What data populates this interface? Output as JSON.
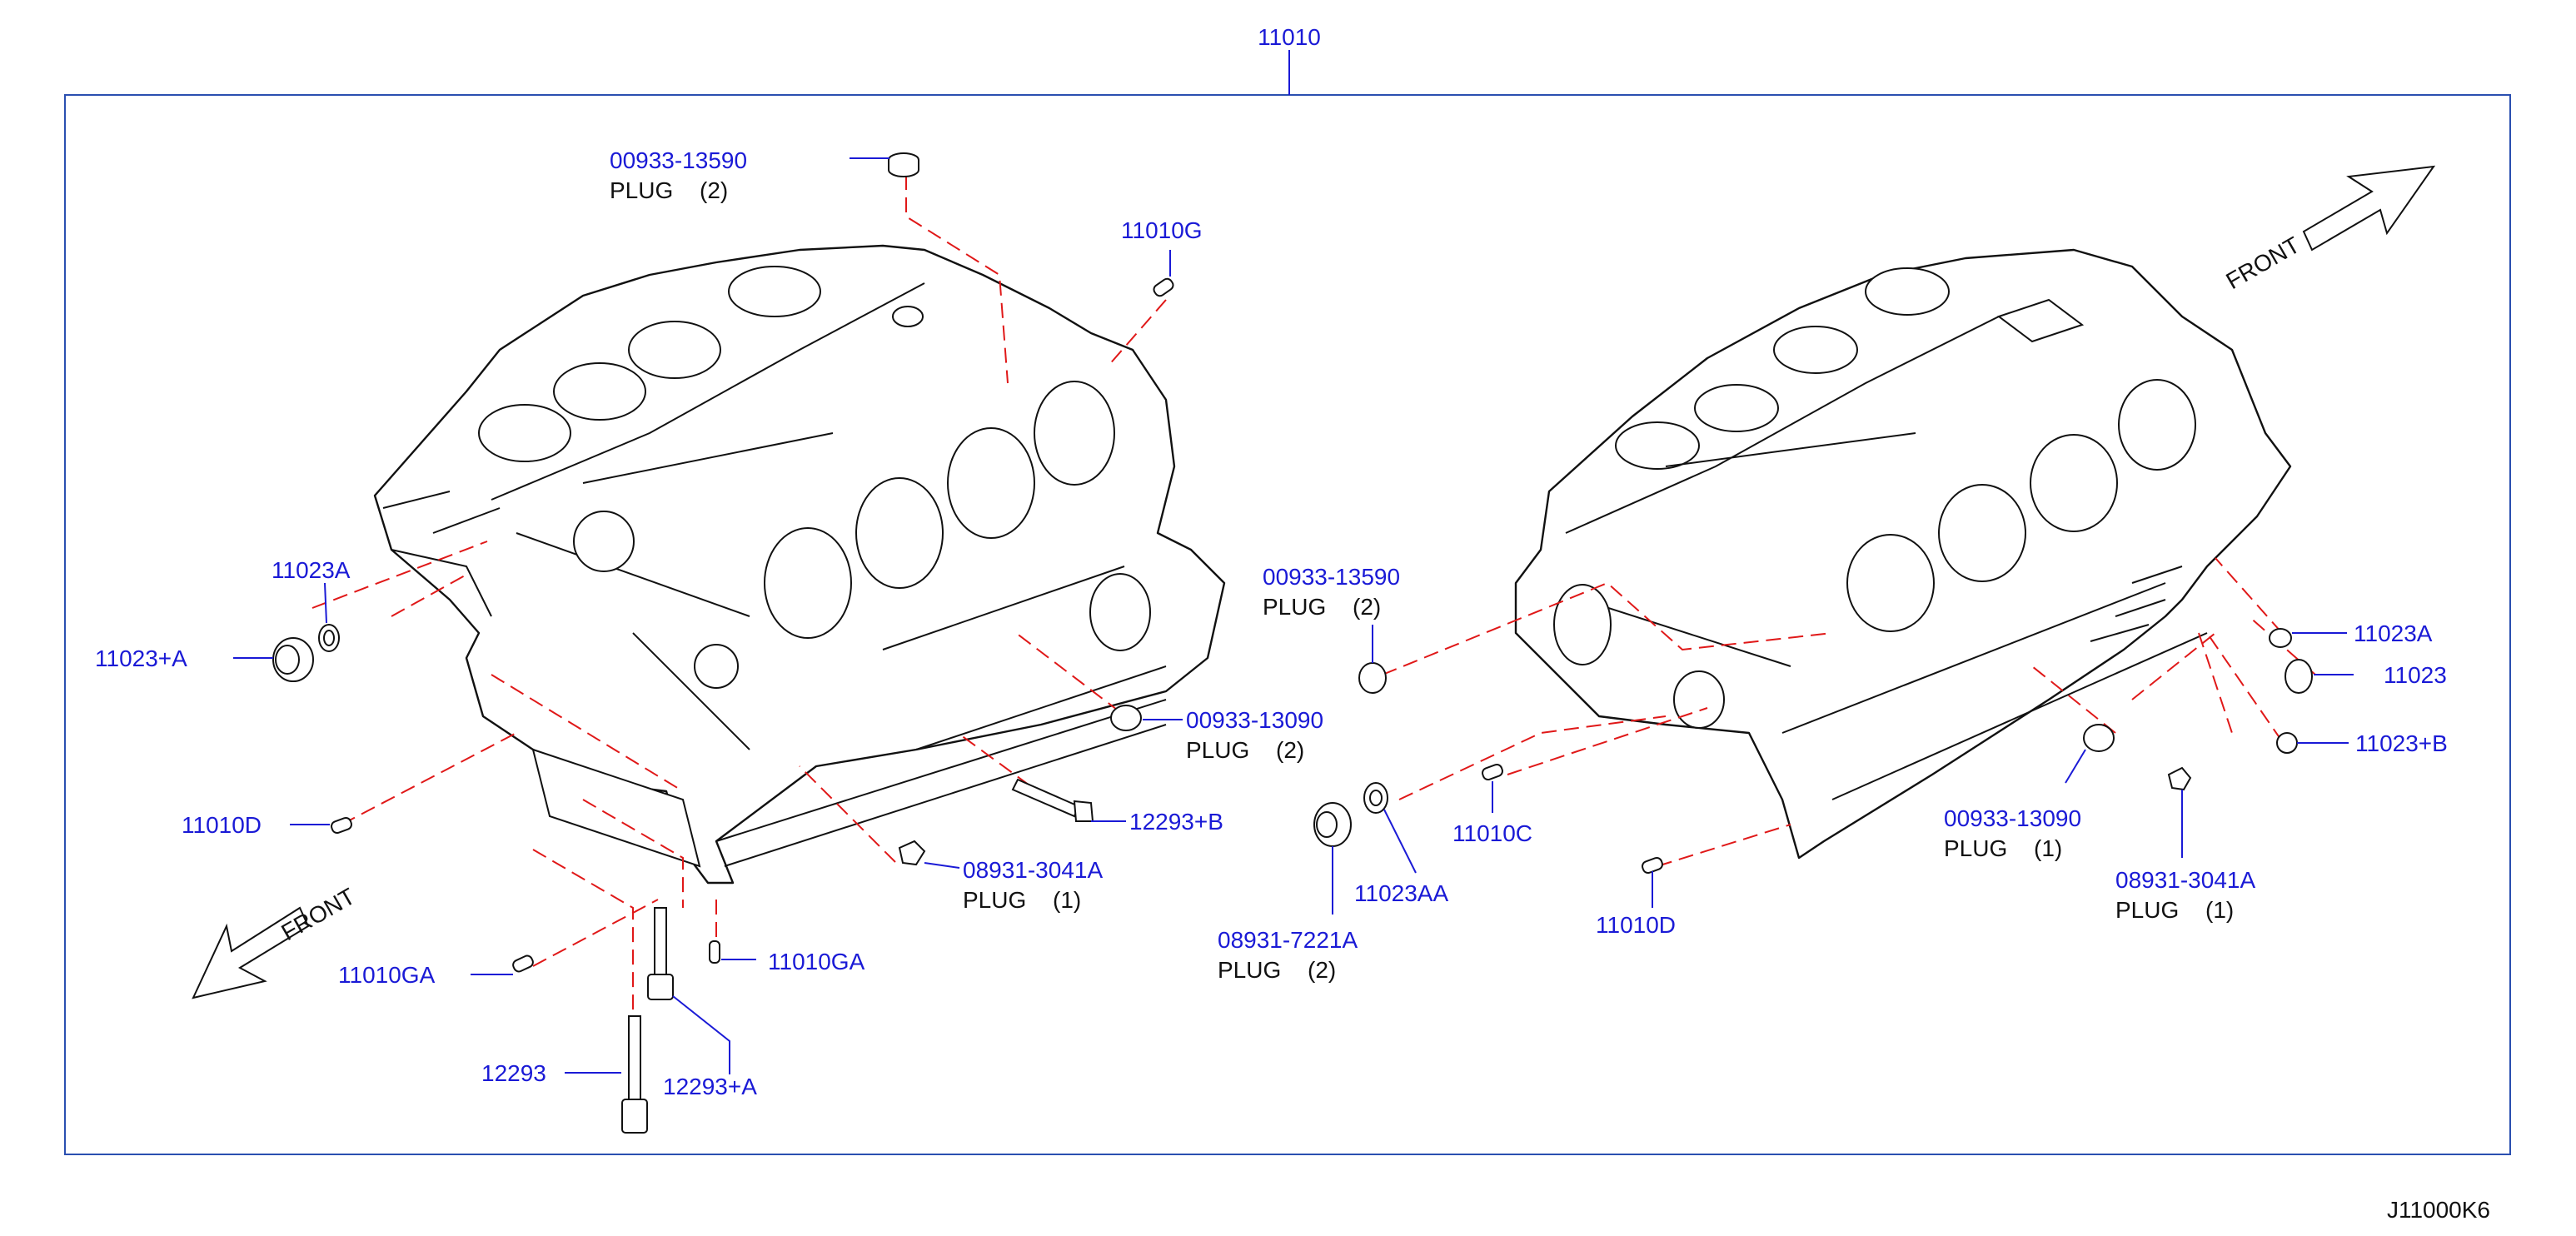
{
  "diagram": {
    "assembly_number": "11010",
    "figure_code": "J11000K6",
    "front_label": "FRONT",
    "callouts": [
      {
        "id": "c1",
        "number": "00933-13590",
        "desc": "PLUG",
        "qty": "(2)"
      },
      {
        "id": "c2",
        "number": "11010G"
      },
      {
        "id": "c3",
        "number": "11023A"
      },
      {
        "id": "c4",
        "number": "11023+A"
      },
      {
        "id": "c5",
        "number": "00933-13090",
        "desc": "PLUG",
        "qty": "(2)"
      },
      {
        "id": "c6",
        "number": "12293+B"
      },
      {
        "id": "c7",
        "number": "11010D"
      },
      {
        "id": "c8",
        "number": "08931-3041A",
        "desc": "PLUG",
        "qty": "(1)"
      },
      {
        "id": "c9",
        "number": "11010GA"
      },
      {
        "id": "c10",
        "number": "11010GA"
      },
      {
        "id": "c11",
        "number": "12293"
      },
      {
        "id": "c12",
        "number": "12293+A"
      },
      {
        "id": "c13",
        "number": "00933-13590",
        "desc": "PLUG",
        "qty": "(2)"
      },
      {
        "id": "c14",
        "number": "11010C"
      },
      {
        "id": "c15",
        "number": "11023AA"
      },
      {
        "id": "c16",
        "number": "08931-7221A",
        "desc": "PLUG",
        "qty": "(2)"
      },
      {
        "id": "c17",
        "number": "11010D"
      },
      {
        "id": "c18",
        "number": "00933-13090",
        "desc": "PLUG",
        "qty": "(1)"
      },
      {
        "id": "c19",
        "number": "08931-3041A",
        "desc": "PLUG",
        "qty": "(1)"
      },
      {
        "id": "c20",
        "number": "11023A"
      },
      {
        "id": "c21",
        "number": "11023"
      },
      {
        "id": "c22",
        "number": "11023+B"
      }
    ],
    "colors": {
      "part_number": "#1a1ad6",
      "leader_line": "#1a1ad6",
      "frame": "#2a4fb0",
      "dashed_line": "#e01818",
      "outline": "#111111"
    }
  }
}
